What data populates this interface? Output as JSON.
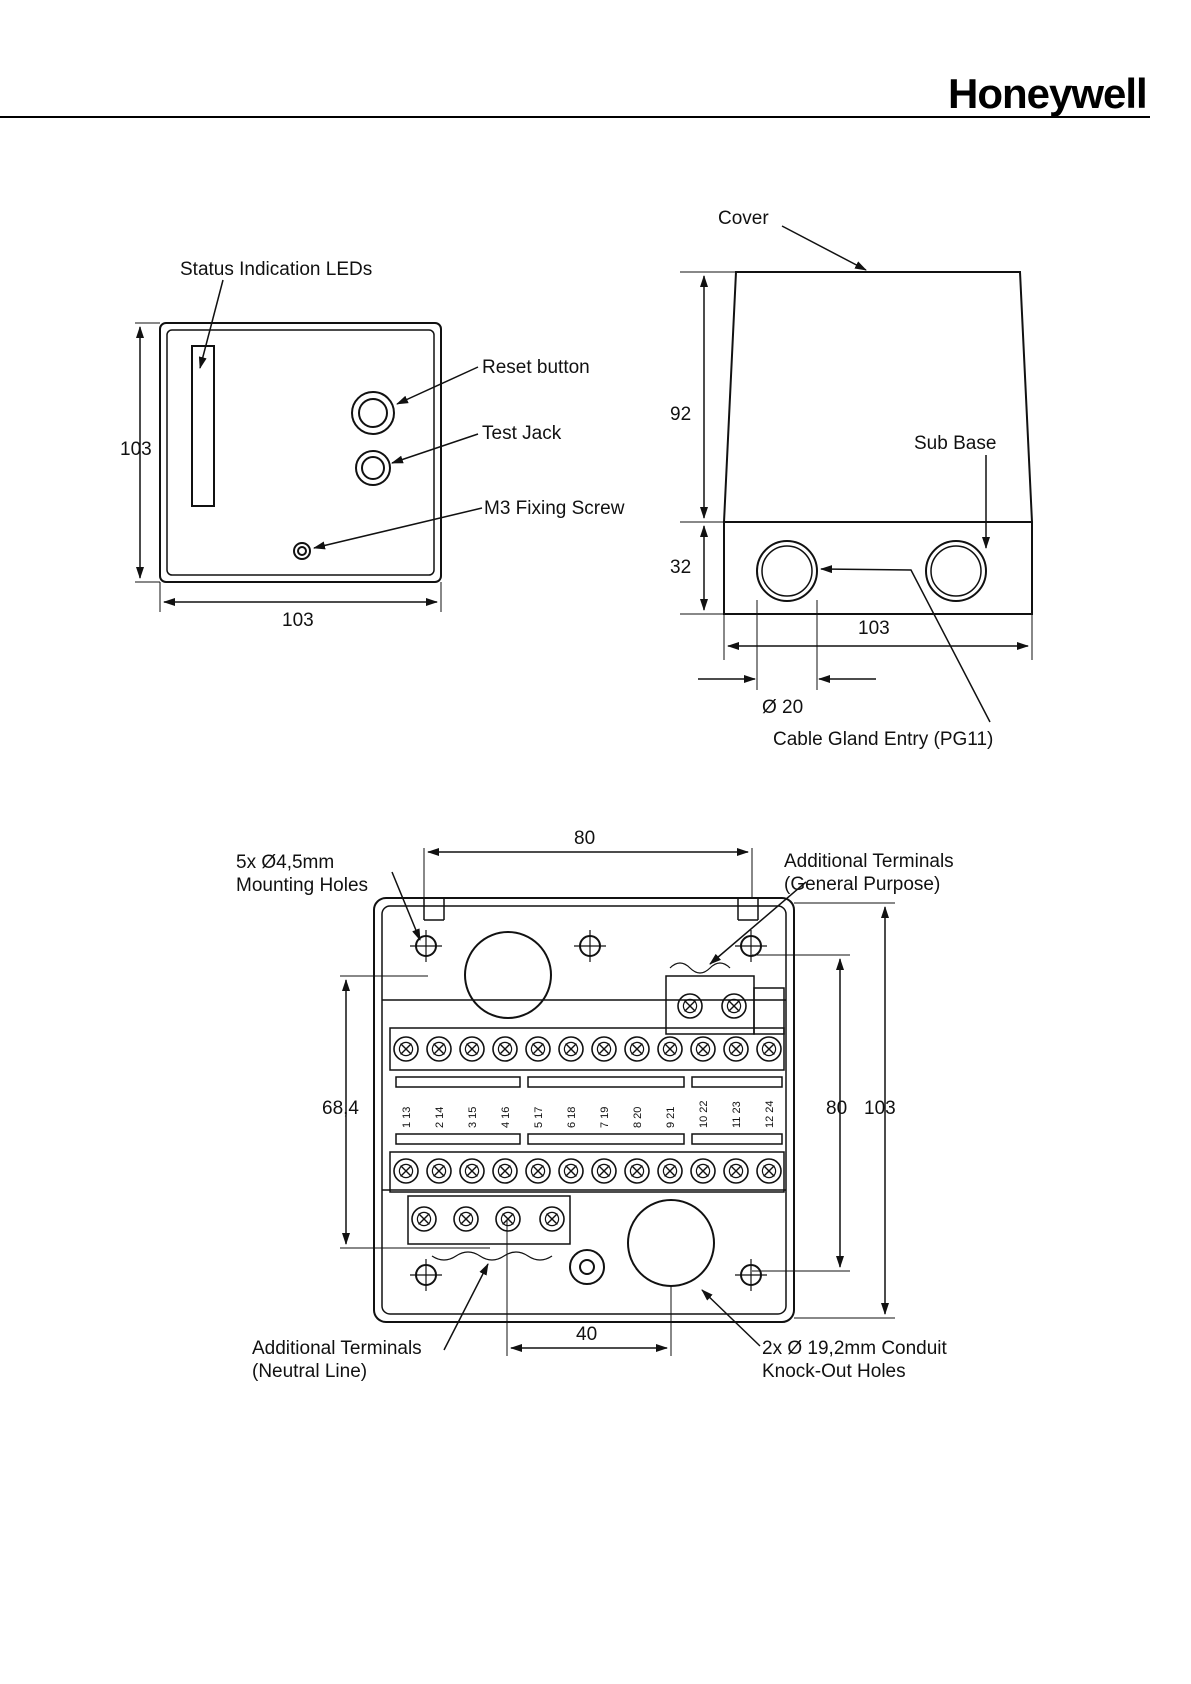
{
  "header": {
    "brand": "Honeywell"
  },
  "front_view": {
    "labels": {
      "leds": "Status Indication LEDs",
      "reset": "Reset button",
      "test": "Test Jack",
      "screw": "M3 Fixing Screw"
    },
    "dims": {
      "height": "103",
      "width": "103"
    }
  },
  "side_view": {
    "labels": {
      "cover": "Cover",
      "subbase": "Sub Base",
      "gland": "Cable Gland Entry (PG11)"
    },
    "dims": {
      "cover_h": "92",
      "base_h": "32",
      "width": "103",
      "gland_dia": "Ø 20"
    }
  },
  "base_view": {
    "labels": {
      "holes_line1": "5x Ø4,5mm",
      "holes_line2": "Mounting Holes",
      "gp_line1": "Additional Terminals",
      "gp_line2": "(General Purpose)",
      "neutral_line1": "Additional Terminals",
      "neutral_line2": "(Neutral Line)",
      "conduit_line1": "2x Ø 19,2mm Conduit",
      "conduit_line2": "Knock-Out Holes"
    },
    "dims": {
      "top_span": "80",
      "left_span": "68,4",
      "right_inner": "80",
      "right_outer": "103",
      "bottom_span": "40"
    },
    "terminals": [
      "1 13",
      "2 14",
      "3 15",
      "4 16",
      "5 17",
      "6 18",
      "7 19",
      "8 20",
      "9 21",
      "10 22",
      "11 23",
      "12 24"
    ]
  }
}
